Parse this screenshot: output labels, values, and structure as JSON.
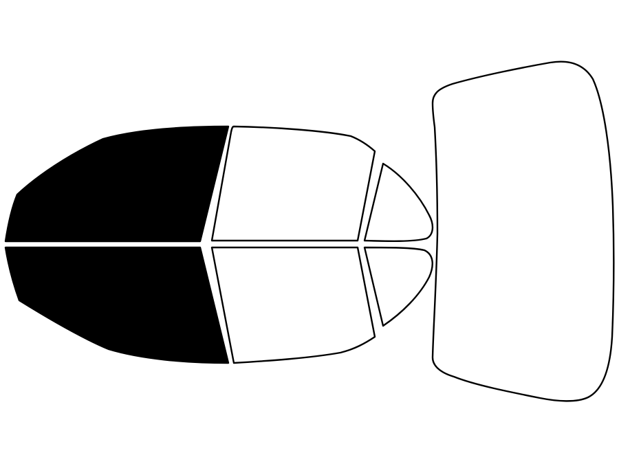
{
  "diagram": {
    "colors": {
      "tinted": "#000000",
      "clear": "#ffffff",
      "outline": "#000000",
      "background": "#ffffff"
    },
    "windows": [
      {
        "name": "front-door-window-upper",
        "tinted": true
      },
      {
        "name": "front-door-window-lower",
        "tinted": true
      },
      {
        "name": "rear-door-window-upper",
        "tinted": false
      },
      {
        "name": "rear-door-window-lower",
        "tinted": false
      },
      {
        "name": "quarter-window-upper",
        "tinted": false
      },
      {
        "name": "quarter-window-lower",
        "tinted": false
      },
      {
        "name": "rear-windshield",
        "tinted": false
      }
    ]
  }
}
